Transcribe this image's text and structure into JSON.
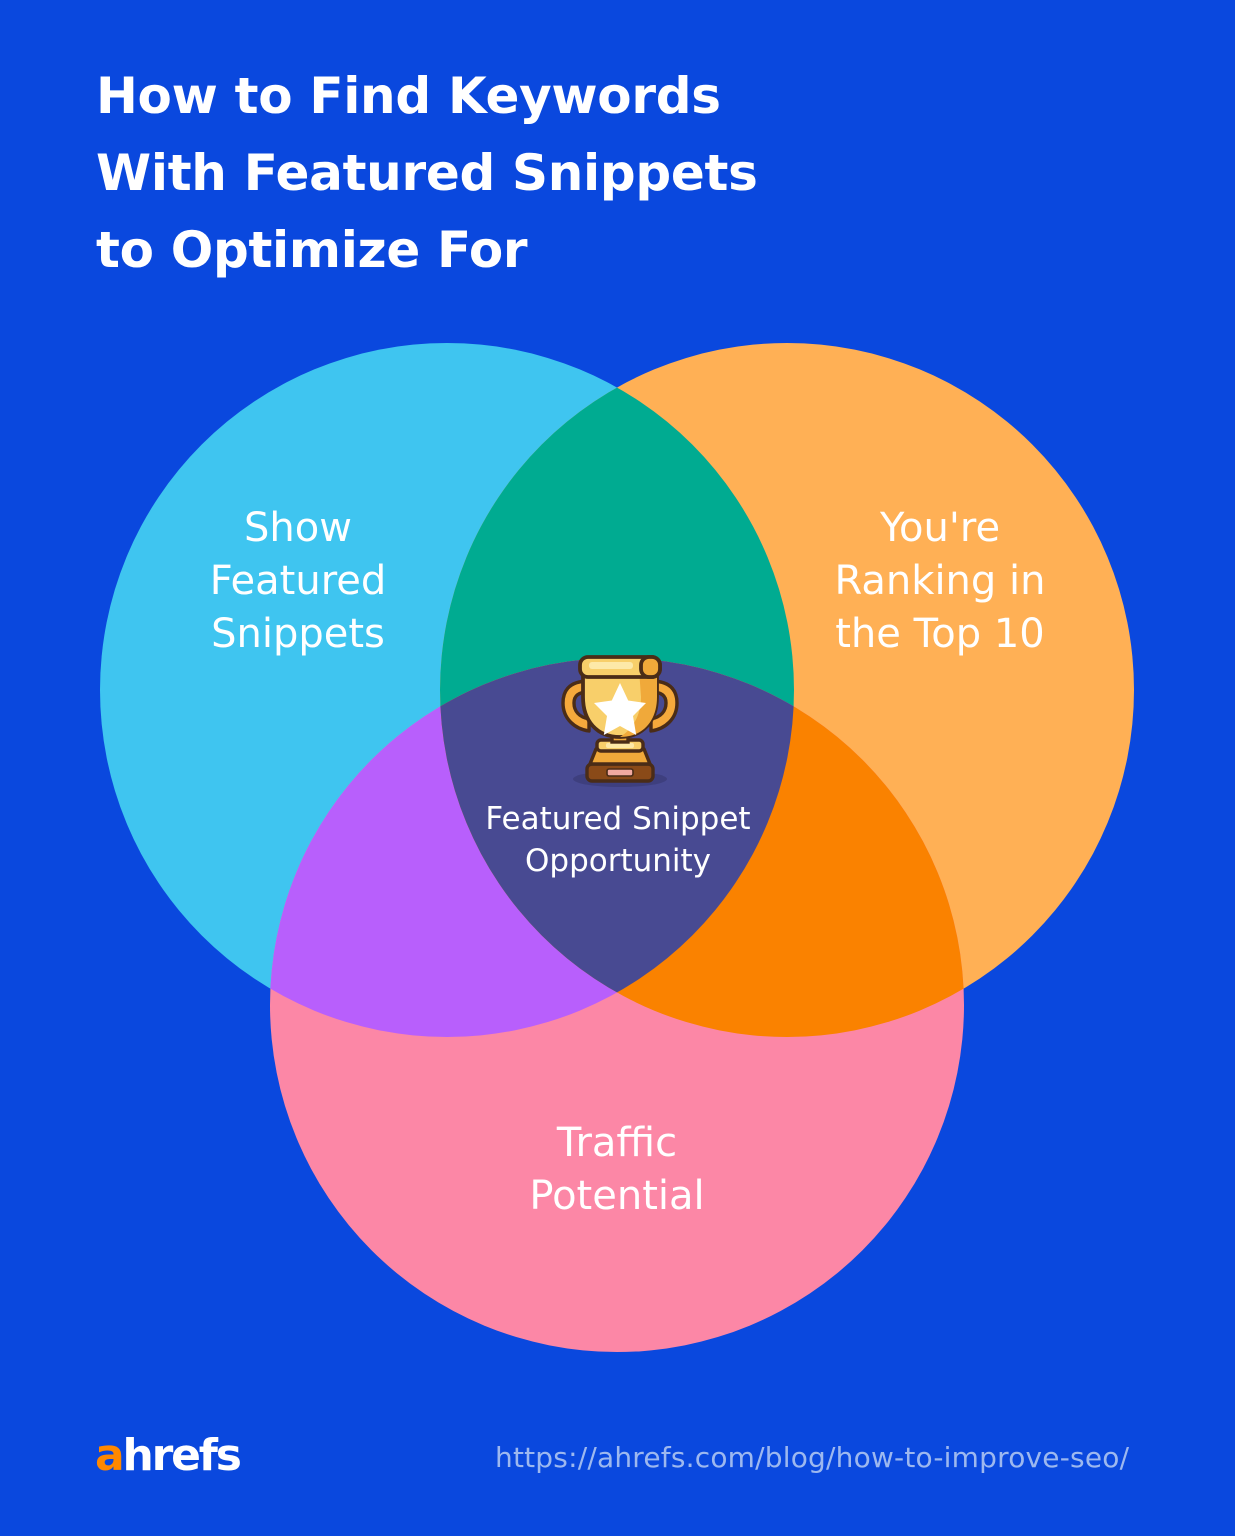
{
  "background_color": "#0a48de",
  "title": {
    "lines": [
      "How to Find Keywords",
      "With Featured Snippets",
      "to Optimize For"
    ],
    "color": "#ffffff"
  },
  "chart_data": {
    "type": "venn",
    "title": "How to Find Keywords With Featured Snippets to Optimize For",
    "sets": [
      {
        "id": "show-featured-snippets",
        "label": "Show\nFeatured\nSnippets",
        "color": "#3fc5f0",
        "position": "left"
      },
      {
        "id": "ranking-top-10",
        "label": "You're\nRanking in\nthe Top 10",
        "color": "#ffb055",
        "position": "right"
      },
      {
        "id": "traffic-potential",
        "label": "Traffic\nPotential",
        "color": "#fc87a6",
        "position": "bottom"
      }
    ],
    "intersections": [
      {
        "id": "cyan-orange",
        "sets": [
          "show-featured-snippets",
          "ranking-top-10"
        ],
        "label": "",
        "color": "#00ab91"
      },
      {
        "id": "cyan-pink",
        "sets": [
          "show-featured-snippets",
          "traffic-potential"
        ],
        "label": "",
        "color": "#b85ffc"
      },
      {
        "id": "orange-pink",
        "sets": [
          "ranking-top-10",
          "traffic-potential"
        ],
        "label": "",
        "color": "#fa8200"
      },
      {
        "id": "center",
        "sets": [
          "show-featured-snippets",
          "ranking-top-10",
          "traffic-potential"
        ],
        "label": "Featured Snippet\nOpportunity",
        "color": "#484a92",
        "icon": "trophy-icon"
      }
    ],
    "legend": "none",
    "grid": false
  },
  "venn": {
    "cyan_label": "Show\nFeatured\nSnippets",
    "orange_label": "You're\nRanking in\nthe Top 10",
    "pink_label": "Traffic\nPotential",
    "center_label": "Featured Snippet\nOpportunity",
    "colors": {
      "cyan": "#3fc5f0",
      "orange": "#ffb055",
      "pink": "#fc87a6",
      "teal": "#00ab91",
      "purple": "#b85ffc",
      "deep_orange": "#fa8200",
      "center": "#484a92"
    }
  },
  "footer": {
    "logo_accent": "a",
    "logo_rest": "hrefs",
    "logo_accent_color": "#ff8800",
    "url": "https://ahrefs.com/blog/how-to-improve-seo/",
    "url_color": "#9db8ef"
  }
}
